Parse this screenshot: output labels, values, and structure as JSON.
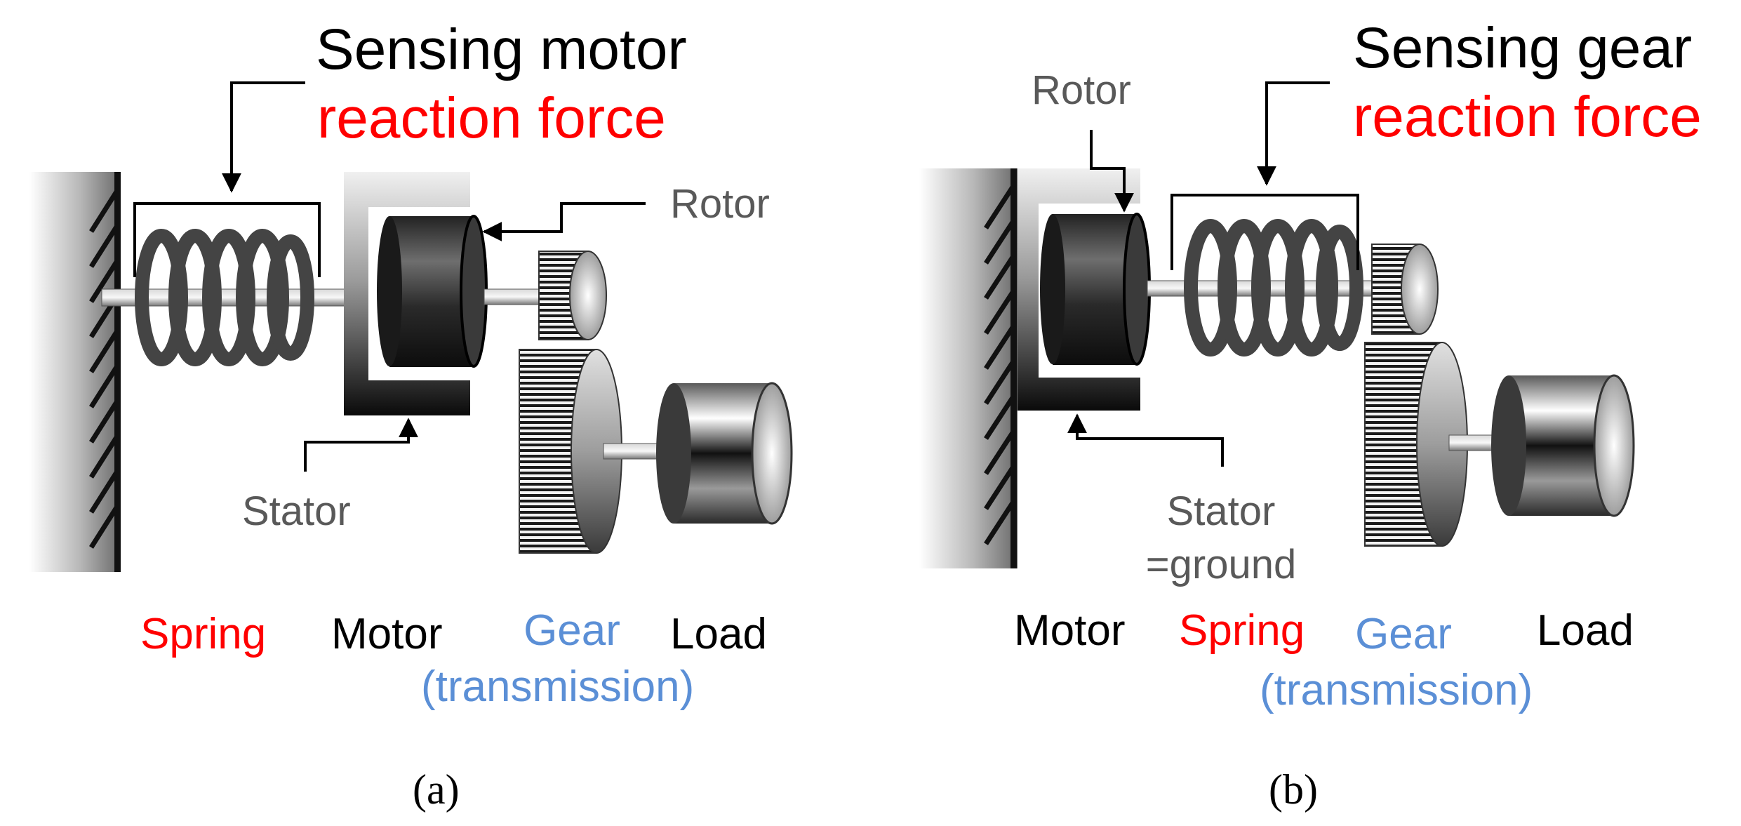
{
  "colors": {
    "red": "#ff0000",
    "blue": "#5b8fd6",
    "gray_text": "#595959",
    "black": "#000000"
  },
  "panel_a": {
    "title_line1": "Sensing motor",
    "title_line2": "reaction force",
    "rotor_label": "Rotor",
    "stator_label": "Stator",
    "labels": {
      "spring": "Spring",
      "motor": "Motor",
      "gear": "Gear",
      "transmission": "(transmission)",
      "load": "Load"
    },
    "caption": "(a)"
  },
  "panel_b": {
    "title_line1": "Sensing gear",
    "title_line2": "reaction force",
    "rotor_label": "Rotor",
    "stator_label_line1": "Stator",
    "stator_label_line2": "=ground",
    "labels": {
      "motor": "Motor",
      "spring": "Spring",
      "gear": "Gear",
      "transmission": "(transmission)",
      "load": "Load"
    },
    "caption": "(b)"
  }
}
